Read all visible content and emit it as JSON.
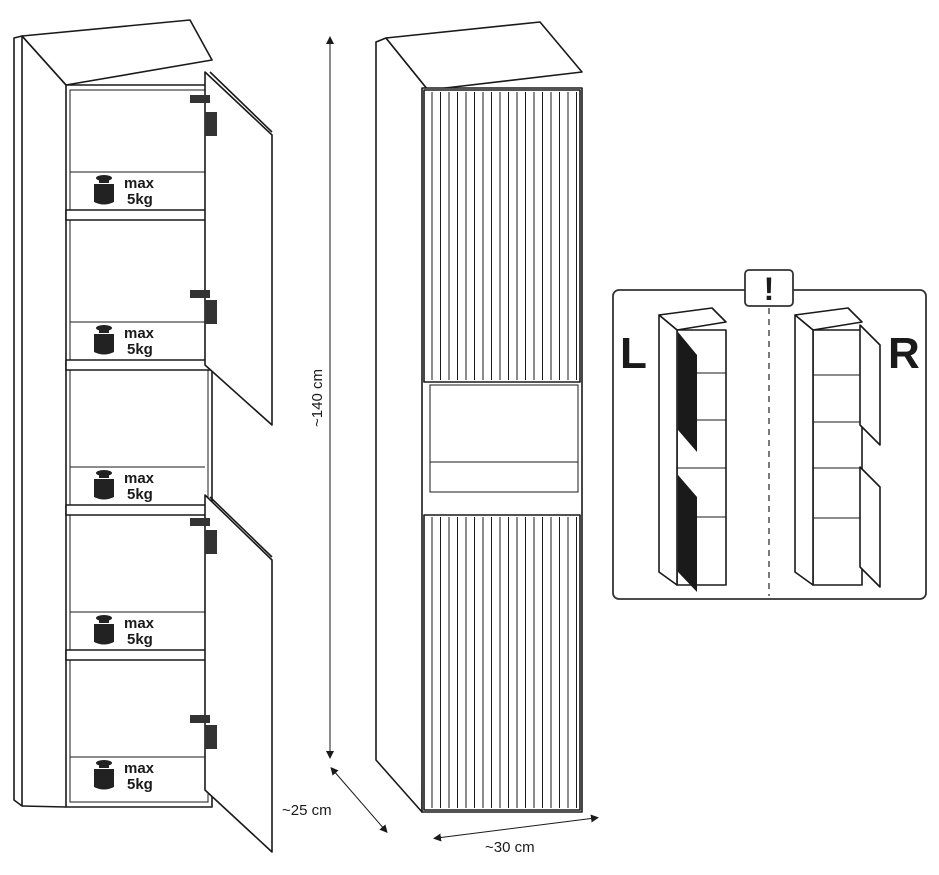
{
  "shelf_labels": [
    {
      "max": "max",
      "weight": "5kg"
    },
    {
      "max": "max",
      "weight": "5kg"
    },
    {
      "max": "max",
      "weight": "5kg"
    },
    {
      "max": "max",
      "weight": "5kg"
    },
    {
      "max": "max",
      "weight": "5kg"
    }
  ],
  "dimensions": {
    "height": "~140 cm",
    "depth": "~25 cm",
    "width": "~30 cm"
  },
  "inset": {
    "warning": "!",
    "left": "L",
    "right": "R"
  }
}
